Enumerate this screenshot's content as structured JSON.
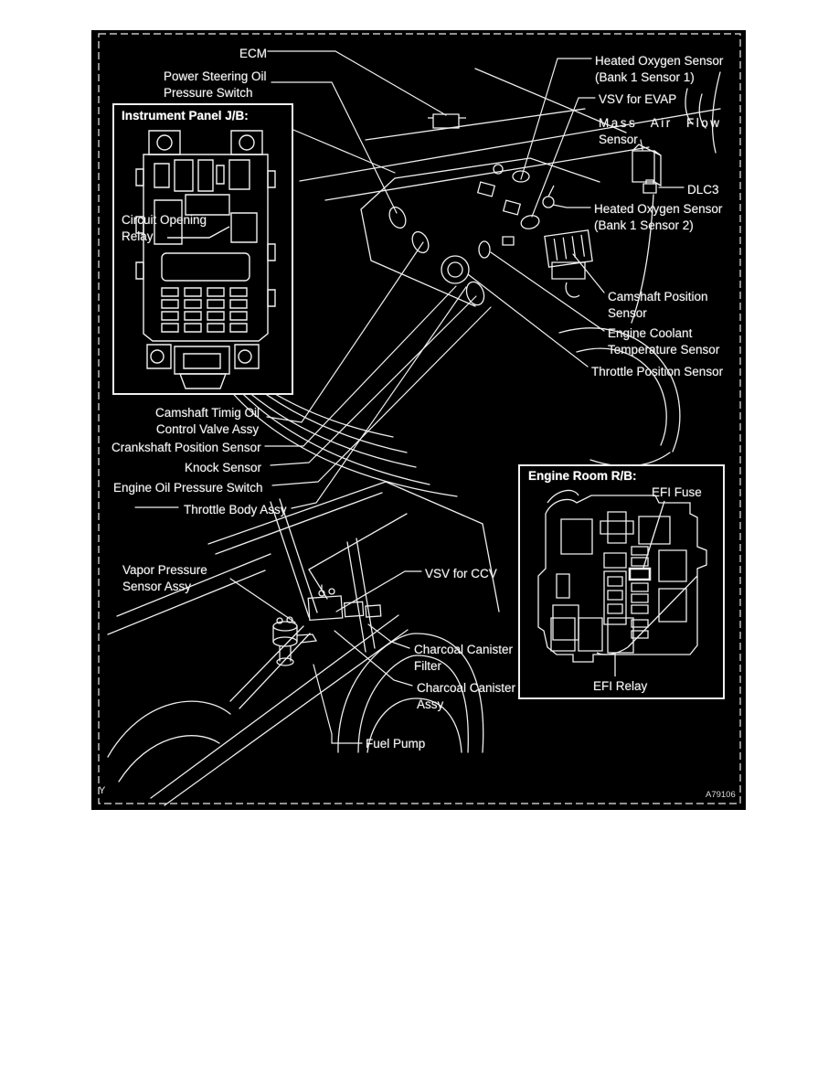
{
  "diagram": {
    "background": "#000000",
    "line_color": "#f2f2f2",
    "corner_mark": "Y",
    "figure_code": "A79106"
  },
  "callouts": {
    "ecm": {
      "lines": [
        "ECM"
      ]
    },
    "power_steering": {
      "lines": [
        "Power Steering Oil",
        "Pressure Switch"
      ]
    },
    "ho2s1": {
      "lines": [
        "Heated Oxygen Sensor",
        "(Bank 1 Sensor 1)"
      ]
    },
    "vsv_evap": {
      "lines": [
        "VSV for EVAP"
      ]
    },
    "maf": {
      "lines": [
        "Mass Air Flow",
        "Sensor"
      ]
    },
    "dlc3": {
      "lines": [
        "DLC3"
      ]
    },
    "ho2s2": {
      "lines": [
        "Heated Oxygen Sensor",
        "(Bank 1 Sensor 2)"
      ]
    },
    "camshaft_position": {
      "lines": [
        "Camshaft Position",
        "Sensor"
      ]
    },
    "engine_coolant": {
      "lines": [
        "Engine Coolant",
        "Temperature Sensor"
      ]
    },
    "throttle_position": {
      "lines": [
        "Throttle Position Sensor"
      ]
    },
    "camshaft_timing": {
      "lines": [
        "Camshaft Timig Oil",
        "Control Valve Assy"
      ]
    },
    "crankshaft_position": {
      "lines": [
        "Crankshaft Position Sensor"
      ]
    },
    "knock": {
      "lines": [
        "Knock Sensor"
      ]
    },
    "engine_oil_pressure": {
      "lines": [
        "Engine Oil Pressure Switch"
      ]
    },
    "throttle_body": {
      "lines": [
        "Throttle Body Assy"
      ]
    },
    "vapor_pressure": {
      "lines": [
        "Vapor Pressure",
        "Sensor Assy"
      ]
    },
    "vsv_ccv": {
      "lines": [
        "VSV for CCV"
      ]
    },
    "charcoal_filter": {
      "lines": [
        "Charcoal Canister",
        "Filter"
      ]
    },
    "charcoal_assy": {
      "lines": [
        "Charcoal Canister",
        "Assy"
      ]
    },
    "fuel_pump": {
      "lines": [
        "Fuel Pump"
      ]
    }
  },
  "insets": {
    "instrument_panel": {
      "title": "Instrument Panel J/B:",
      "component_line1": "Circuit Opening",
      "component_line2": "Relay"
    },
    "engine_room": {
      "title": "Engine Room R/B:",
      "fuse_label": "EFI Fuse",
      "relay_label": "EFI Relay"
    }
  }
}
